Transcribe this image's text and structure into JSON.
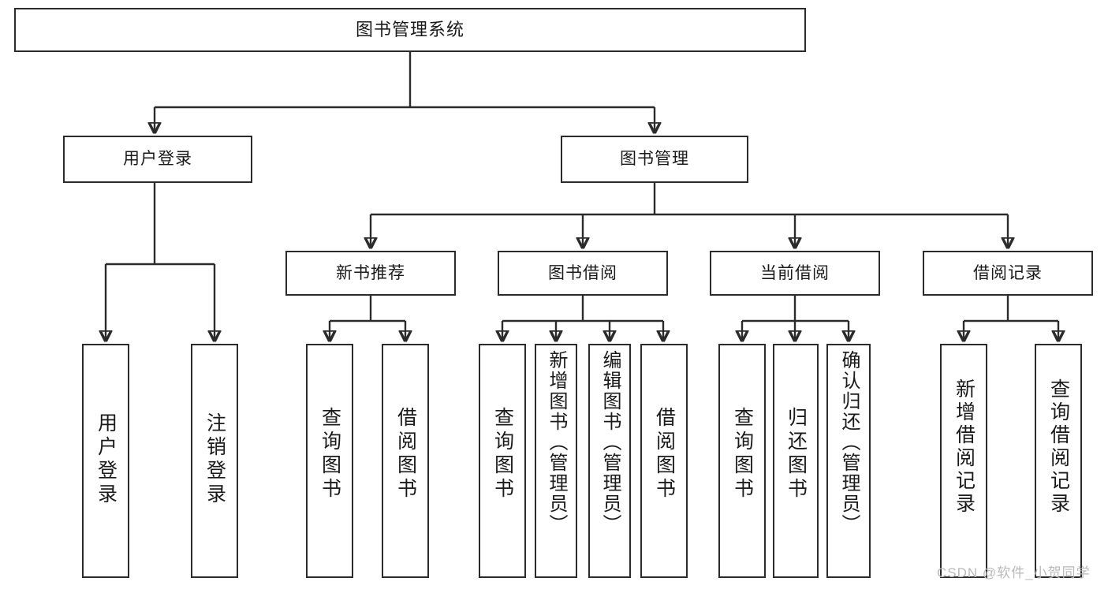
{
  "diagram": {
    "title": "图书管理系统",
    "watermark": "CSDN @软件_小贺同学",
    "line_color": "#2b2b2b",
    "box_fill": "#ffffff",
    "text_color": "#1a1a1a",
    "watermark_color": "#b9b9b9"
  },
  "nodes": {
    "root": "图书管理系统",
    "l2": {
      "user_login": "用户登录",
      "book_manage": "图书管理"
    },
    "l3": {
      "new_book_rec": "新书推荐",
      "book_borrow": "图书借阅",
      "current_borrow": "当前借阅",
      "borrow_record": "借阅记录"
    },
    "leaves": {
      "user_login_1": "用户登录",
      "user_login_2": "注销登录",
      "new_book_rec_1": "查询图书",
      "new_book_rec_2": "借阅图书",
      "book_borrow_1": "查询图书",
      "book_borrow_2": "新增图书（管理员）",
      "book_borrow_3": "编辑图书（管理员）",
      "book_borrow_4": "借阅图书",
      "current_borrow_1": "查询图书",
      "current_borrow_2": "归还图书",
      "current_borrow_3": "确认归还（管理员）",
      "borrow_record_1": "新增借阅记录",
      "borrow_record_2": "查询借阅记录"
    }
  },
  "tree": {
    "root": "图书管理系统",
    "children": [
      {
        "label": "用户登录",
        "children": [
          {
            "label": "用户登录"
          },
          {
            "label": "注销登录"
          }
        ]
      },
      {
        "label": "图书管理",
        "children": [
          {
            "label": "新书推荐",
            "children": [
              {
                "label": "查询图书"
              },
              {
                "label": "借阅图书"
              }
            ]
          },
          {
            "label": "图书借阅",
            "children": [
              {
                "label": "查询图书"
              },
              {
                "label": "新增图书（管理员）"
              },
              {
                "label": "编辑图书（管理员）"
              },
              {
                "label": "借阅图书"
              }
            ]
          },
          {
            "label": "当前借阅",
            "children": [
              {
                "label": "查询图书"
              },
              {
                "label": "归还图书"
              },
              {
                "label": "确认归还（管理员）"
              }
            ]
          },
          {
            "label": "借阅记录",
            "children": [
              {
                "label": "新增借阅记录"
              },
              {
                "label": "查询借阅记录"
              }
            ]
          }
        ]
      }
    ]
  }
}
